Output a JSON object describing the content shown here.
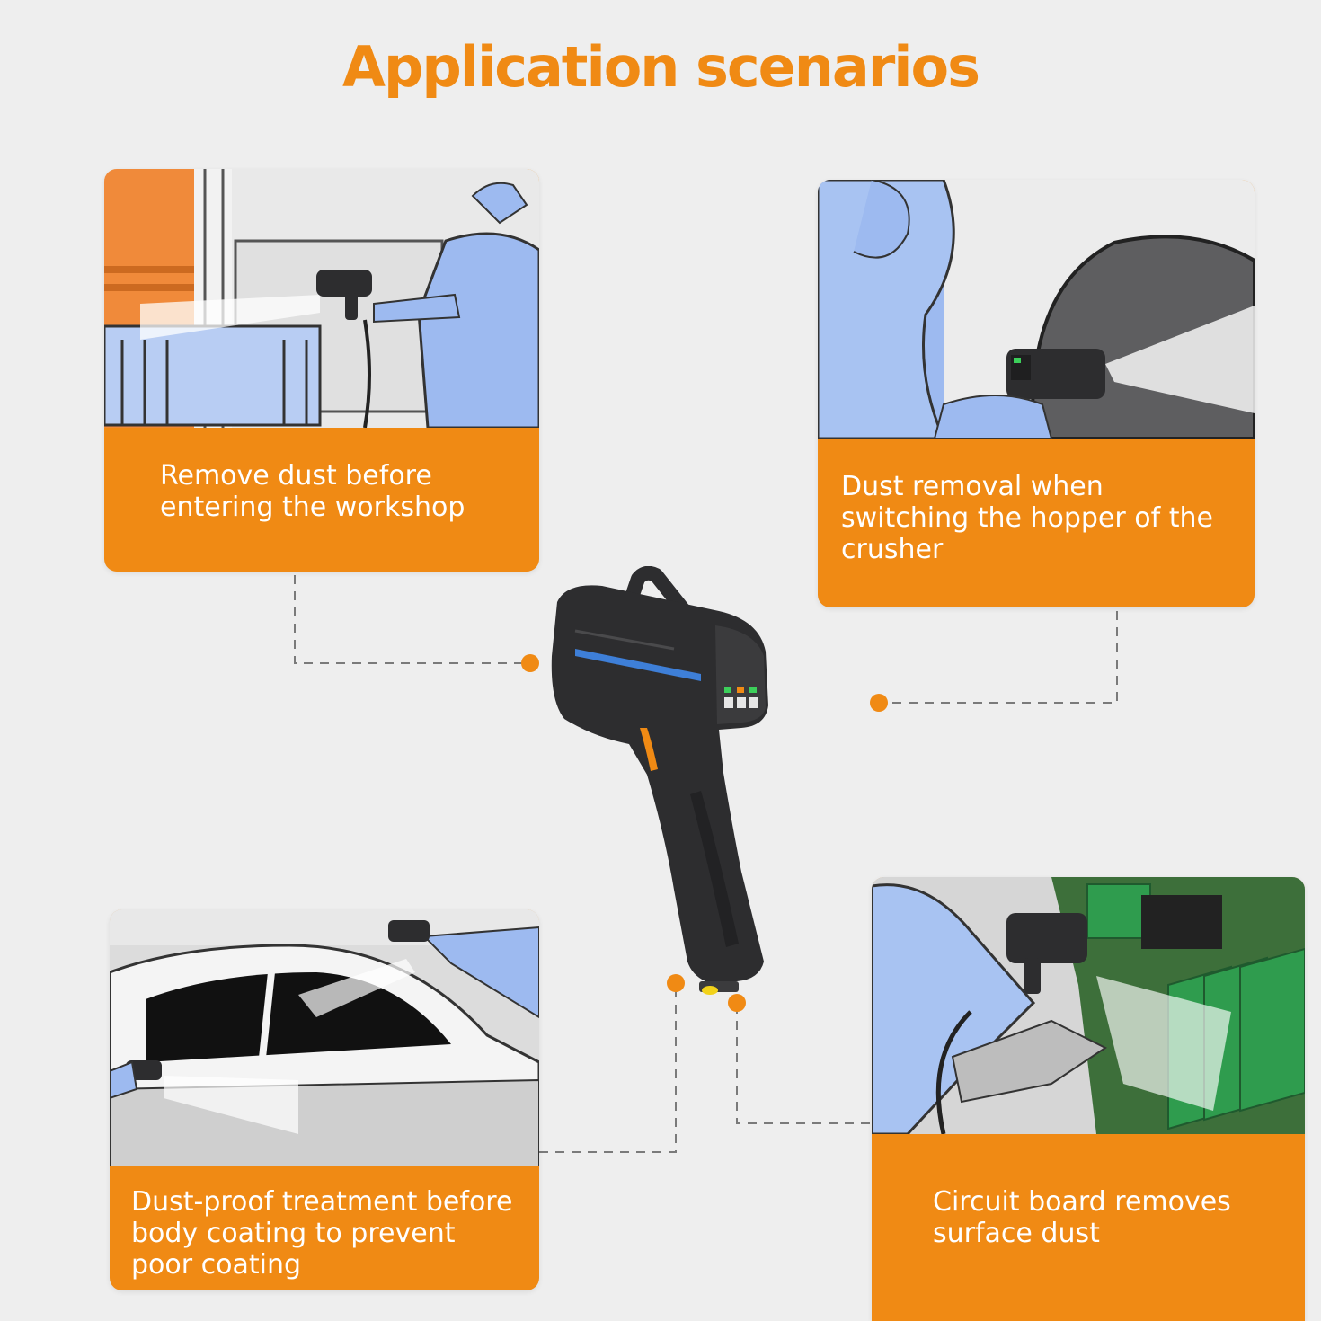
{
  "title": "Application scenarios",
  "colors": {
    "accent": "#f08a14",
    "background": "#eeeeee",
    "figure_fill": "#9dbaf0",
    "device": "#2d2d2f"
  },
  "scenarios": [
    {
      "caption_lines": [
        "Remove dust before",
        "entering the workshop"
      ]
    },
    {
      "caption_lines": [
        "Dust removal when",
        "switching the hopper of the",
        "crusher"
      ]
    },
    {
      "caption_lines": [
        "Dust-proof treatment before",
        "body coating to prevent",
        "poor coating"
      ]
    },
    {
      "caption_lines": [
        "Circuit board removes",
        "surface dust"
      ]
    }
  ],
  "product": {
    "name_icon": "ionizing-air-gun"
  }
}
